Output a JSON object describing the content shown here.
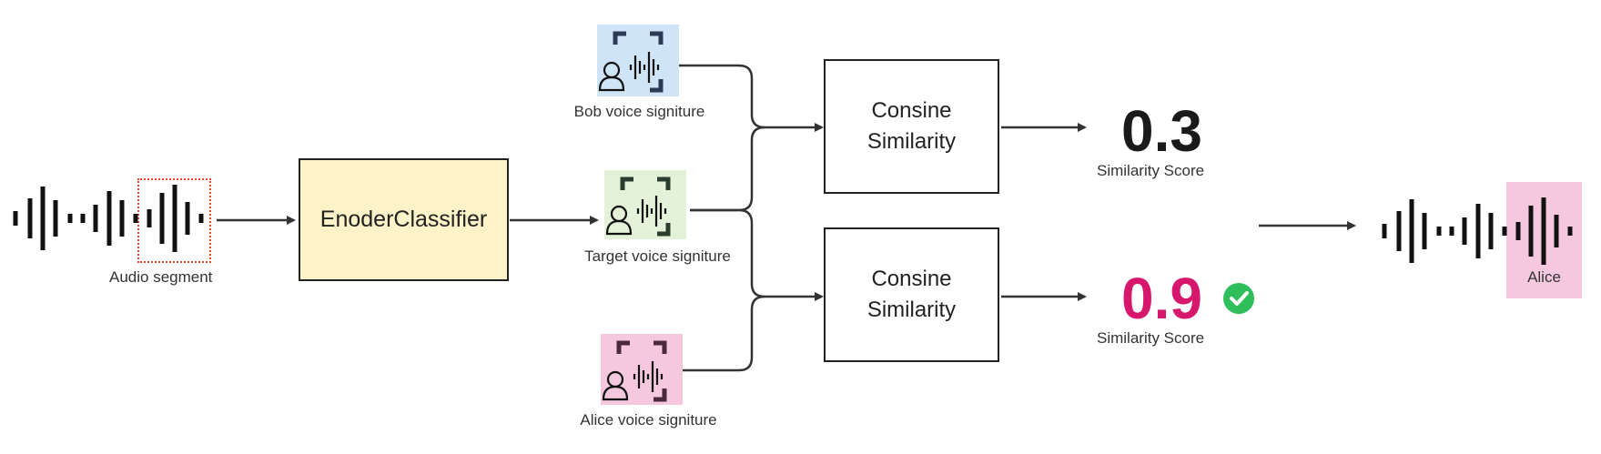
{
  "input": {
    "label": "Audio segment"
  },
  "encoder": {
    "label": "EnoderClassifier"
  },
  "signatures": [
    {
      "label": "Bob voice signiture",
      "color": "#cfe4f7"
    },
    {
      "label": "Target voice signiture",
      "color": "#e3f2d9"
    },
    {
      "label": "Alice voice signiture",
      "color": "#f5c8de"
    }
  ],
  "similarity_blocks": [
    {
      "line1": "Consine",
      "line2": "Similarity"
    },
    {
      "line1": "Consine",
      "line2": "Similarity"
    }
  ],
  "scores": [
    {
      "value": "0.3",
      "label": "Similarity Score",
      "color": "#1a1a1a"
    },
    {
      "value": "0.9",
      "label": "Similarity Score",
      "color": "#d6176b",
      "check_icon": "check-circle-icon"
    }
  ],
  "output": {
    "label": "Alice",
    "highlight_color": "#f5c8de"
  },
  "colors": {
    "segment_marker": "#e8462b",
    "check": "#2fbf5a"
  }
}
